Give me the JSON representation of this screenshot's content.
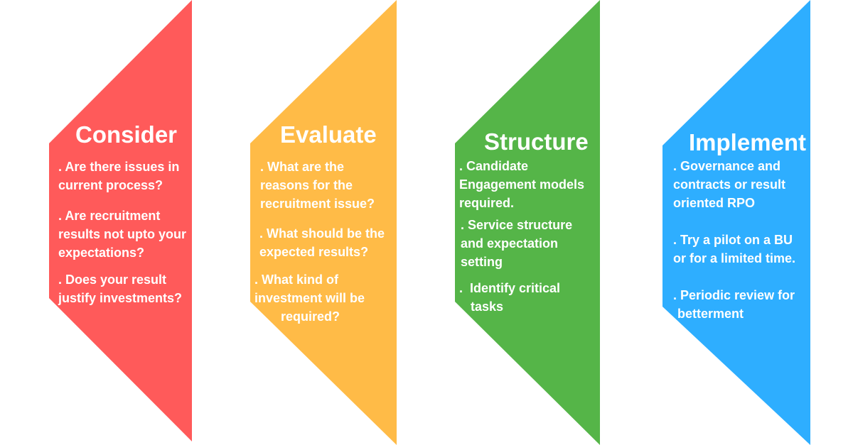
{
  "colors": {
    "consider": "#ff5a5a",
    "evaluate": "#ffbb47",
    "structure": "#55b548",
    "implement": "#2eaeff",
    "text": "#ffffff"
  },
  "stages": [
    {
      "title": "Consider",
      "bullets": [
        [
          ". Are there issues in",
          "current process?"
        ],
        [
          ". Are recruitment",
          "results not upto your",
          "expectations?"
        ],
        [
          ". Does your result",
          "justify investments?"
        ]
      ]
    },
    {
      "title": "Evaluate",
      "bullets": [
        [
          ". What are the",
          "reasons for the",
          "recruitment issue?"
        ],
        [
          ". What should be the",
          "expected results?"
        ],
        [
          ". What kind of",
          "investment will be",
          "required?"
        ]
      ]
    },
    {
      "title": "Structure",
      "bullets": [
        [
          ". Candidate",
          "Engagement models",
          "required."
        ],
        [
          ". Service structure",
          "and expectation",
          "setting"
        ],
        [
          ".  Identify critical",
          "tasks"
        ]
      ]
    },
    {
      "title": "Implement",
      "bullets": [
        [
          ". Governance and",
          "contracts or result",
          "oriented RPO"
        ],
        [
          ". Try a pilot on a BU",
          "or for a limited time."
        ],
        [
          ". Periodic review for",
          "betterment"
        ]
      ]
    }
  ]
}
